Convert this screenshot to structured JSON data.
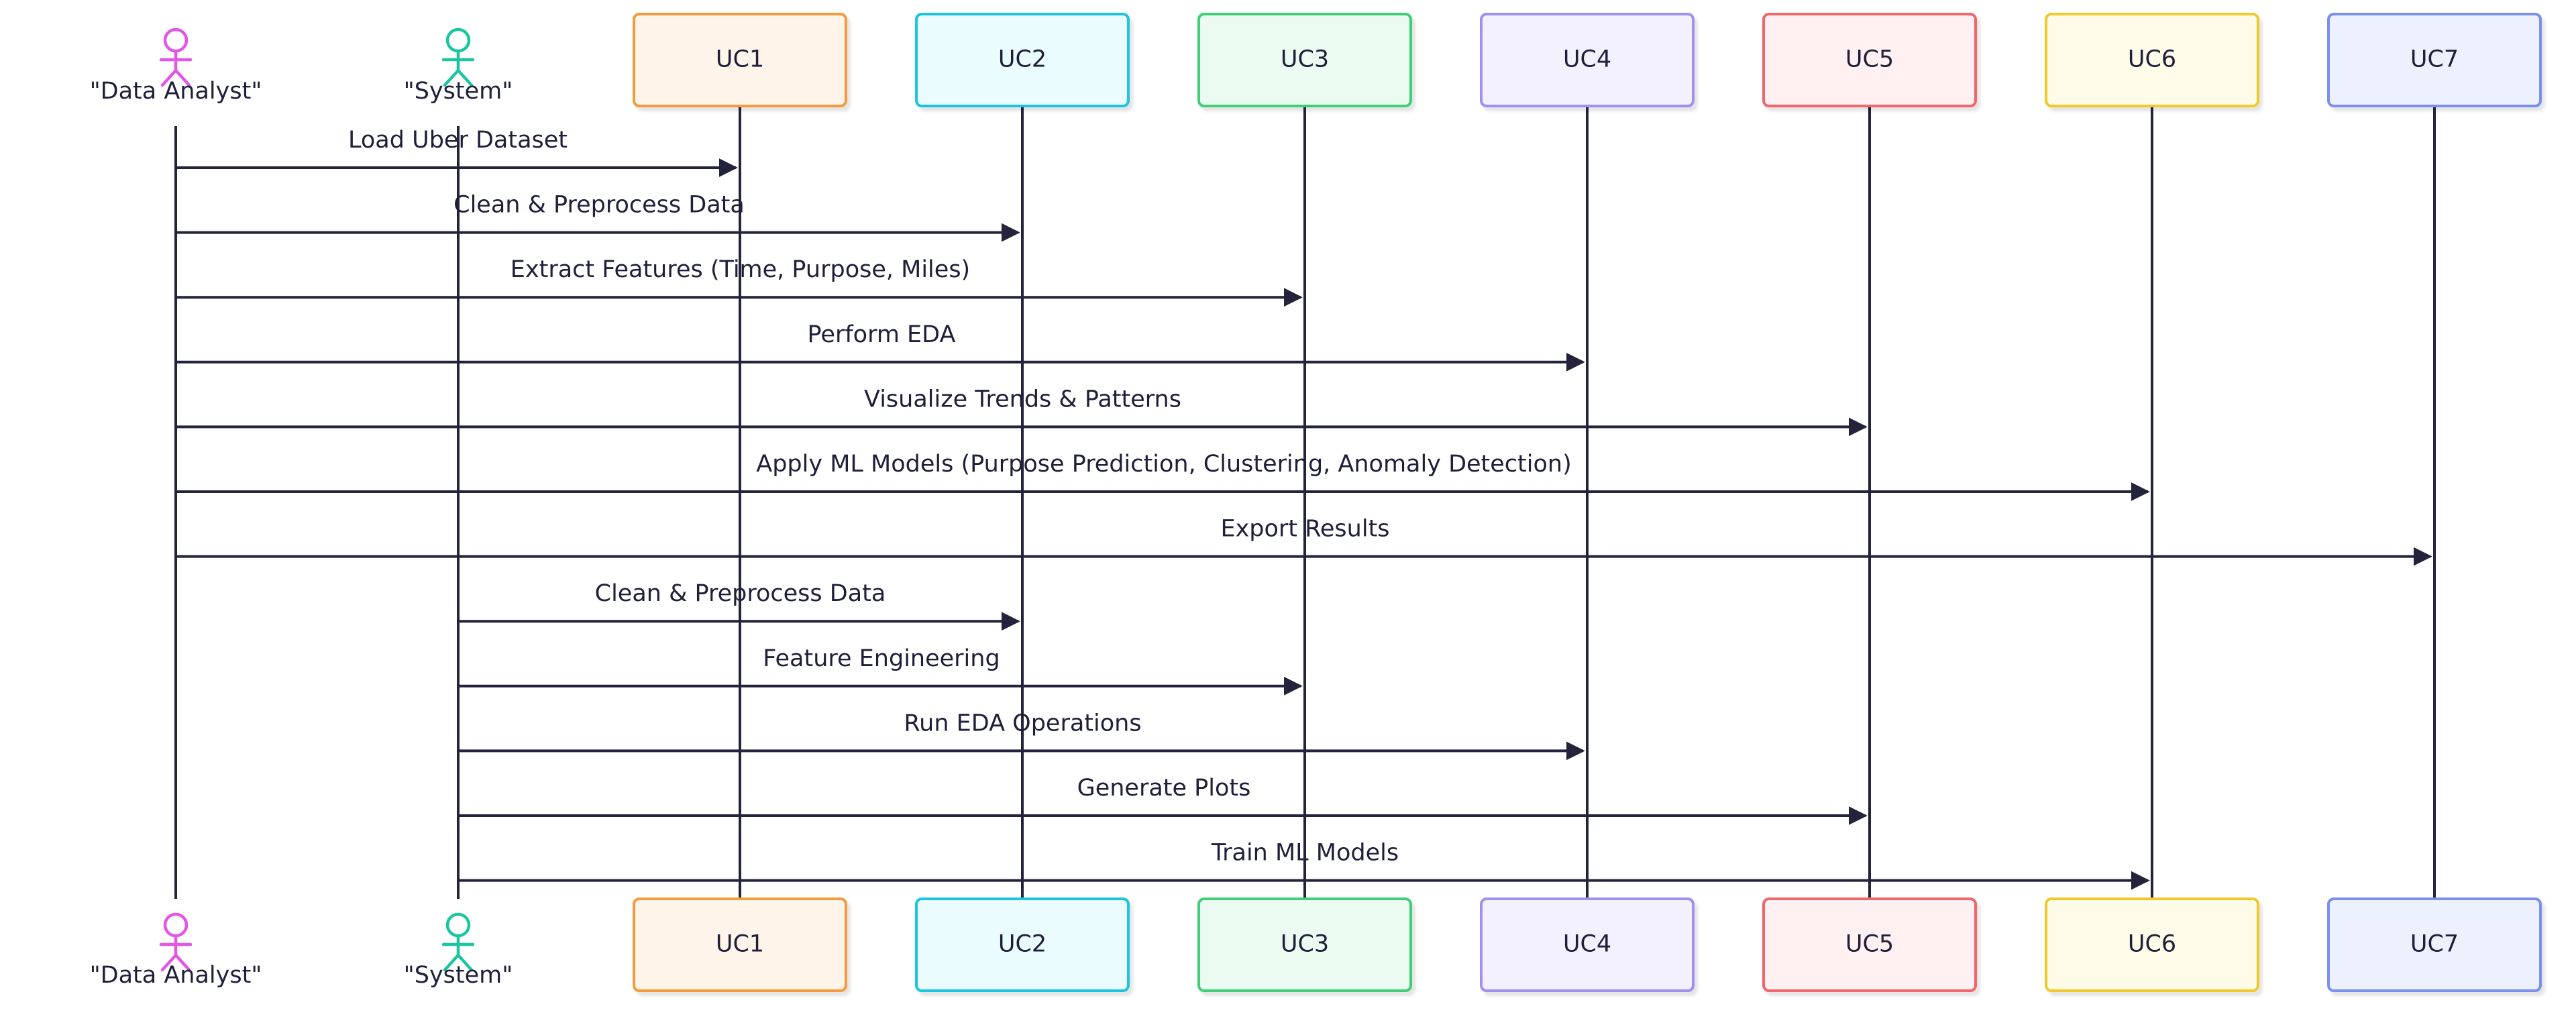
{
  "diagram": {
    "type": "sequence",
    "actors": [
      {
        "label": "\"Data Analyst\"",
        "color": "#e255e6"
      },
      {
        "label": "\"System\"",
        "color": "#1ac6a0"
      }
    ],
    "participants": [
      {
        "label": "UC1",
        "stroke": "#f59a3c",
        "fill": "#fff4ea"
      },
      {
        "label": "UC2",
        "stroke": "#1cc4e0",
        "fill": "#eafcfd"
      },
      {
        "label": "UC3",
        "stroke": "#3fcf78",
        "fill": "#ecfbf2"
      },
      {
        "label": "UC4",
        "stroke": "#a28ef0",
        "fill": "#f3f1ff"
      },
      {
        "label": "UC5",
        "stroke": "#f0666a",
        "fill": "#fff0f1"
      },
      {
        "label": "UC6",
        "stroke": "#f2c82c",
        "fill": "#fefbe8"
      },
      {
        "label": "UC7",
        "stroke": "#7a8ff0",
        "fill": "#edf1fd"
      }
    ],
    "messages": [
      {
        "from": "actor-0",
        "to": "participant-0",
        "label": "Load Uber Dataset"
      },
      {
        "from": "actor-0",
        "to": "participant-1",
        "label": "Clean & Preprocess Data"
      },
      {
        "from": "actor-0",
        "to": "participant-2",
        "label": "Extract Features (Time, Purpose, Miles)"
      },
      {
        "from": "actor-0",
        "to": "participant-3",
        "label": "Perform EDA"
      },
      {
        "from": "actor-0",
        "to": "participant-4",
        "label": "Visualize Trends & Patterns"
      },
      {
        "from": "actor-0",
        "to": "participant-5",
        "label": "Apply ML Models (Purpose Prediction, Clustering, Anomaly Detection)"
      },
      {
        "from": "actor-0",
        "to": "participant-6",
        "label": "Export Results"
      },
      {
        "from": "actor-1",
        "to": "participant-1",
        "label": "Clean & Preprocess Data"
      },
      {
        "from": "actor-1",
        "to": "participant-2",
        "label": "Feature Engineering"
      },
      {
        "from": "actor-1",
        "to": "participant-3",
        "label": "Run EDA Operations"
      },
      {
        "from": "actor-1",
        "to": "participant-4",
        "label": "Generate Plots"
      },
      {
        "from": "actor-1",
        "to": "participant-5",
        "label": "Train ML Models"
      }
    ],
    "line_color": "#23233b"
  }
}
